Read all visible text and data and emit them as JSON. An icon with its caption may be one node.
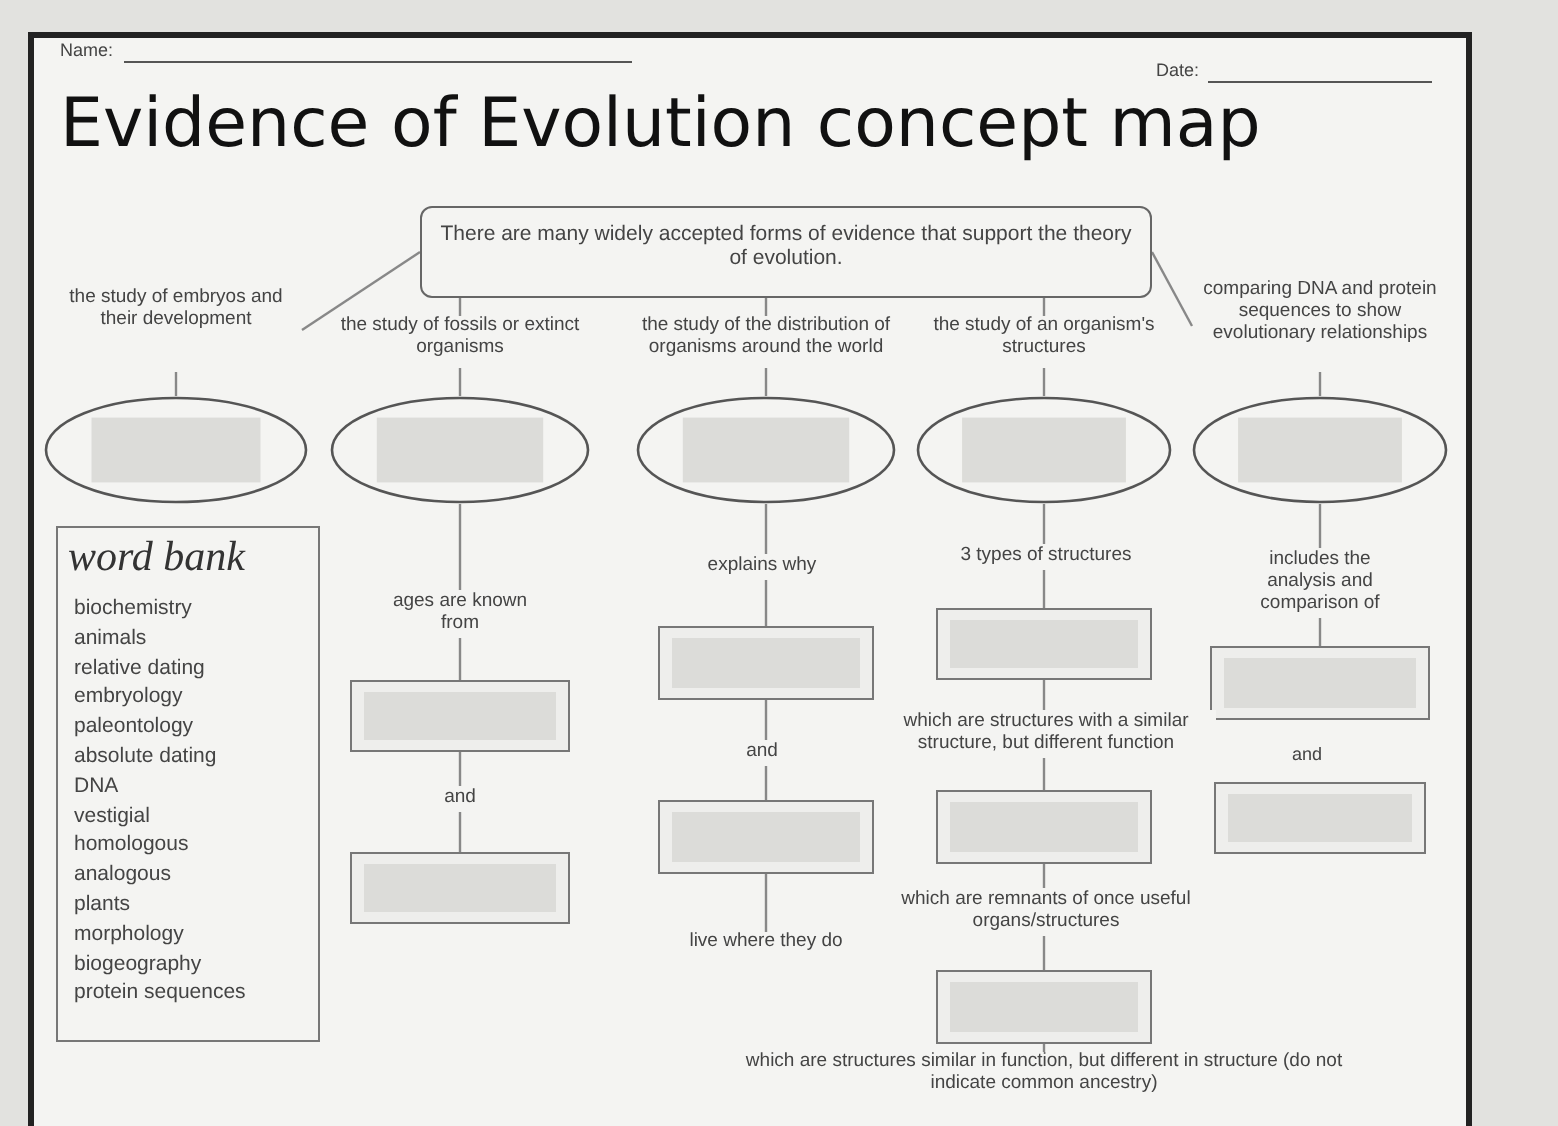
{
  "diagram": {
    "title": "Evidence of Evolution concept map",
    "nodes": [
      {
        "text": [
          "There are many widely accepted forms of evidence that support the theory of evolution."
        ]
      },
      {
        "text": [
          "the study of embryos and their development"
        ]
      },
      {
        "text": [
          "the study of fossils or extinct organisms"
        ]
      },
      {
        "text": [
          "the study of the distribution of organisms around the world"
        ]
      },
      {
        "text": [
          "the study of an organism's structures"
        ]
      },
      {
        "text": [
          "comparing DNA and protein sequences to show evolutionary relationships"
        ]
      },
      {
        "text": [],
        "shape": "ellipse"
      },
      {
        "text": [],
        "shape": "ellipse"
      },
      {
        "text": [],
        "shape": "ellipse"
      },
      {
        "text": [],
        "shape": "ellipse"
      },
      {
        "text": [],
        "shape": "ellipse"
      },
      {
        "text": [],
        "shape": "box"
      },
      {
        "text": [],
        "shape": "box"
      },
      {
        "text": [],
        "shape": "box"
      },
      {
        "text": [],
        "shape": "box"
      },
      {
        "text": [
          "live where they do"
        ]
      },
      {
        "text": [],
        "shape": "box"
      },
      {
        "text": [],
        "shape": "box"
      },
      {
        "text": [],
        "shape": "box"
      },
      {
        "text": [
          "which are structures similar in function, but different in structure (do not indicate common ancestry)"
        ]
      },
      {
        "text": [],
        "shape": "box"
      },
      {
        "text": [],
        "shape": "box"
      },
      {
        "text": [
          "word bank",
          "biochemistry",
          "animals",
          "relative dating",
          "embryology",
          "paleontology",
          "absolute dating",
          "DNA",
          "vestigial",
          "homologous",
          "analogous",
          "plants",
          "morphology",
          "biogeography",
          "protein sequences"
        ]
      }
    ],
    "edges": [
      {
        "from": 0,
        "to": 1,
        "arrow": "none"
      },
      {
        "from": 0,
        "to": 2,
        "arrow": "none"
      },
      {
        "from": 0,
        "to": 3,
        "arrow": "none"
      },
      {
        "from": 0,
        "to": 4,
        "arrow": "none"
      },
      {
        "from": 0,
        "to": 5,
        "arrow": "none"
      },
      {
        "from": 1,
        "to": 6,
        "arrow": "none"
      },
      {
        "from": 2,
        "to": 7,
        "arrow": "none"
      },
      {
        "from": 3,
        "to": 8,
        "arrow": "none"
      },
      {
        "from": 4,
        "to": 9,
        "arrow": "none"
      },
      {
        "from": 5,
        "to": 10,
        "arrow": "none"
      },
      {
        "from": 7,
        "to": 11,
        "label": "ages are known from",
        "arrow": "none"
      },
      {
        "from": 11,
        "to": 12,
        "label": "and",
        "arrow": "none"
      },
      {
        "from": 8,
        "to": 13,
        "label": "explains why",
        "arrow": "none"
      },
      {
        "from": 13,
        "to": 14,
        "label": "and",
        "arrow": "none"
      },
      {
        "from": 14,
        "to": 15,
        "arrow": "none"
      },
      {
        "from": 9,
        "to": 16,
        "label": "3 types of structures",
        "arrow": "none"
      },
      {
        "from": 16,
        "to": 17,
        "label": "which are structures with a similar structure, but different function",
        "arrow": "none"
      },
      {
        "from": 17,
        "to": 18,
        "label": "which are remnants of once useful organs/structures",
        "arrow": "none"
      },
      {
        "from": 18,
        "to": 19,
        "arrow": "none"
      },
      {
        "from": 10,
        "to": 20,
        "label": "includes the analysis and comparison of",
        "arrow": "none"
      }
    ],
    "labels": [
      "Name:",
      "Date:",
      "and"
    ]
  }
}
